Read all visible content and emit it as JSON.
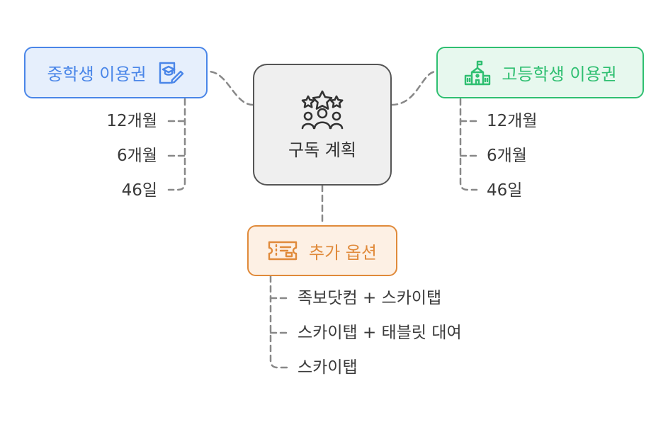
{
  "center": {
    "label": "구독 계획",
    "icon": "rating-group-icon"
  },
  "middle_school": {
    "label": "중학생 이용권",
    "icon": "graduation-study-icon",
    "color": "#4a86e8",
    "fill": "#e6effc",
    "options": [
      "12개월",
      "6개월",
      "46일"
    ]
  },
  "high_school": {
    "label": "고등학생 이용권",
    "icon": "school-building-icon",
    "color": "#2fbf71",
    "fill": "#e7f8ee",
    "options": [
      "12개월",
      "6개월",
      "46일"
    ]
  },
  "add_ons": {
    "label": "추가 옵션",
    "icon": "ticket-icon",
    "color": "#e08a3a",
    "fill": "#fdf0e4",
    "options": [
      "족보닷컴 + 스카이탭",
      "스카이탭 + 태블릿 대여",
      "스카이탭"
    ]
  },
  "connector_color": "#888888"
}
